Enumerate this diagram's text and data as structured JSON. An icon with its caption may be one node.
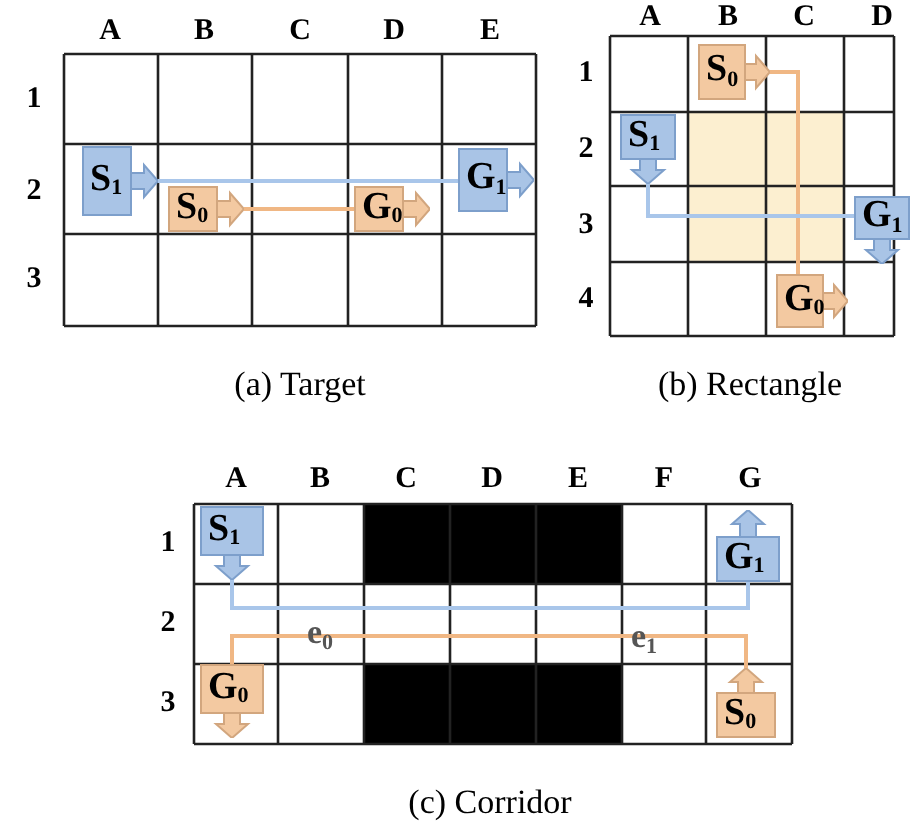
{
  "diagram": {
    "nodes": [
      {
        "text": [
          "S$_{1}$"
        ]
      },
      {
        "text": [
          "S$_{0}$"
        ]
      },
      {
        "text": [
          "G$_{0}$"
        ]
      },
      {
        "text": [
          "G$_{1}$"
        ]
      },
      {
        "text": [
          "S$_{0}$"
        ]
      },
      {
        "text": [
          "S$_{1}$"
        ]
      },
      {
        "text": [
          "G$_{1}$"
        ]
      },
      {
        "text": [
          "G$_{0}$"
        ]
      },
      {
        "text": [
          "S$_{1}$"
        ]
      },
      {
        "text": [
          "G$_{1}$"
        ]
      },
      {
        "text": [
          "G$_{0}$"
        ]
      },
      {
        "text": [
          "S$_{0}$"
        ]
      }
    ],
    "edges": [
      {
        "from": 0,
        "to": 3,
        "arrow": "none",
        "color": "#a9c6ea"
      },
      {
        "from": 1,
        "to": 2,
        "arrow": "none",
        "color": "#f0b784"
      },
      {
        "from": 4,
        "to": 7,
        "arrow": "none",
        "color": "#f0b784"
      },
      {
        "from": 5,
        "to": 6,
        "arrow": "none",
        "color": "#a9c6ea"
      },
      {
        "from": 8,
        "to": 9,
        "arrow": "none",
        "color": "#a9c6ea"
      },
      {
        "from": 11,
        "to": 10,
        "arrow": "none",
        "color": "#f0b784"
      }
    ],
    "labels": [
      "A",
      "B",
      "C",
      "D",
      "E",
      "1",
      "2",
      "3",
      "(a) Target",
      "A",
      "B",
      "C",
      "D",
      "1",
      "2",
      "3",
      "4",
      "(b) Rectangle",
      "A",
      "B",
      "C",
      "D",
      "E",
      "F",
      "G",
      "1",
      "2",
      "3",
      "e$_{0}$",
      "e$_{1}$",
      "(c) Corridor"
    ]
  }
}
